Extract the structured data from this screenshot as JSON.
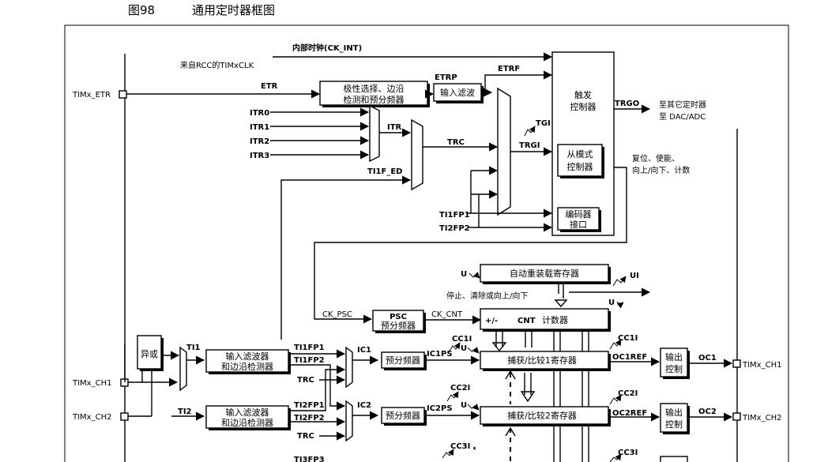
{
  "figure": {
    "number": "图98",
    "title": "通用定时器框图"
  },
  "pins": {
    "etr": "TIMx_ETR",
    "ch1_in": "TIMx_CH1",
    "ch2_in": "TIMx_CH2",
    "ch1_out": "TIMx_CH1",
    "ch2_out": "TIMx_CH2"
  },
  "clock": {
    "internal": "内部时钟(CK_INT)",
    "rcc": "来自RCC的TIMxCLK"
  },
  "signals": {
    "etr": "ETR",
    "etrp": "ETRP",
    "etrf": "ETRF",
    "itr0": "ITR0",
    "itr1": "ITR1",
    "itr2": "ITR2",
    "itr3": "ITR3",
    "itr": "ITR",
    "trc": "TRC",
    "trgi": "TRGI",
    "tgi": "TGI",
    "ti1f_ed": "TI1F_ED",
    "ti1fp1": "TI1FP1",
    "ti2fp2": "TI2FP2",
    "trgo": "TRGO",
    "ck_psc": "CK_PSC",
    "ck_cnt": "CK_CNT",
    "u": "U",
    "ui": "UI",
    "ti1": "TI1",
    "ti2": "TI2",
    "ti1fp1_b": "TI1FP1",
    "ti1fp2_b": "TI1FP2",
    "trc_1": "TRC",
    "ti2fp1": "TI2FP1",
    "ti2fp2_b": "TI2FP2",
    "trc_2": "TRC",
    "ti3fp3": "TI3FP3",
    "ic1": "IC1",
    "ic2": "IC2",
    "ic1ps": "IC1PS",
    "ic2ps": "IC2PS",
    "cc1i_a": "CC1I",
    "cc1i_b": "CC1I",
    "cc2i_a": "CC2I",
    "cc2i_b": "CC2I",
    "cc3i_a": "CC3I",
    "cc3i_b": "CC3I",
    "oc1ref": "OC1REF",
    "oc2ref": "OC2REF",
    "oc1": "OC1",
    "oc2": "OC2",
    "u_cc1": "U",
    "u_cc2": "U"
  },
  "blocks": {
    "polarity_1": "极性选择、边沿",
    "polarity_2": "检测和预分频器",
    "input_filter": "输入滤波",
    "trigger_1": "触发",
    "trigger_2": "控制器",
    "slave_1": "从模式",
    "slave_2": "控制器",
    "encoder_1": "编码器",
    "encoder_2": "接口",
    "arr": "自动重装载寄存器",
    "psc_1": "PSC",
    "psc_2": "预分频器",
    "cnt_pm": "+/-",
    "cnt_name": "CNT",
    "cnt_suffix": "计数器",
    "xor": "异或",
    "filter1_1": "输入滤波器",
    "filter1_2": "和边沿检测器",
    "filter2_1": "输入滤波器",
    "filter2_2": "和边沿检测器",
    "prescaler1": "预分频器",
    "prescaler2": "预分频器",
    "ccr1": "捕获/比较1寄存器",
    "ccr2": "捕获/比较2寄存器",
    "outctl1_1": "输出",
    "outctl1_2": "控制",
    "outctl2_1": "输出",
    "outctl2_2": "控制"
  },
  "notes": {
    "to_other_timers_1": "至其它定时器",
    "to_other_timers_2": "至 DAC/ADC",
    "reset_1": "复位、使能、",
    "reset_2": "向上/向下、计数",
    "stop": "停止、清除或向上/向下"
  },
  "colors": {
    "line": "#000000",
    "background": "#ffffff",
    "marker": "#cc0000"
  }
}
